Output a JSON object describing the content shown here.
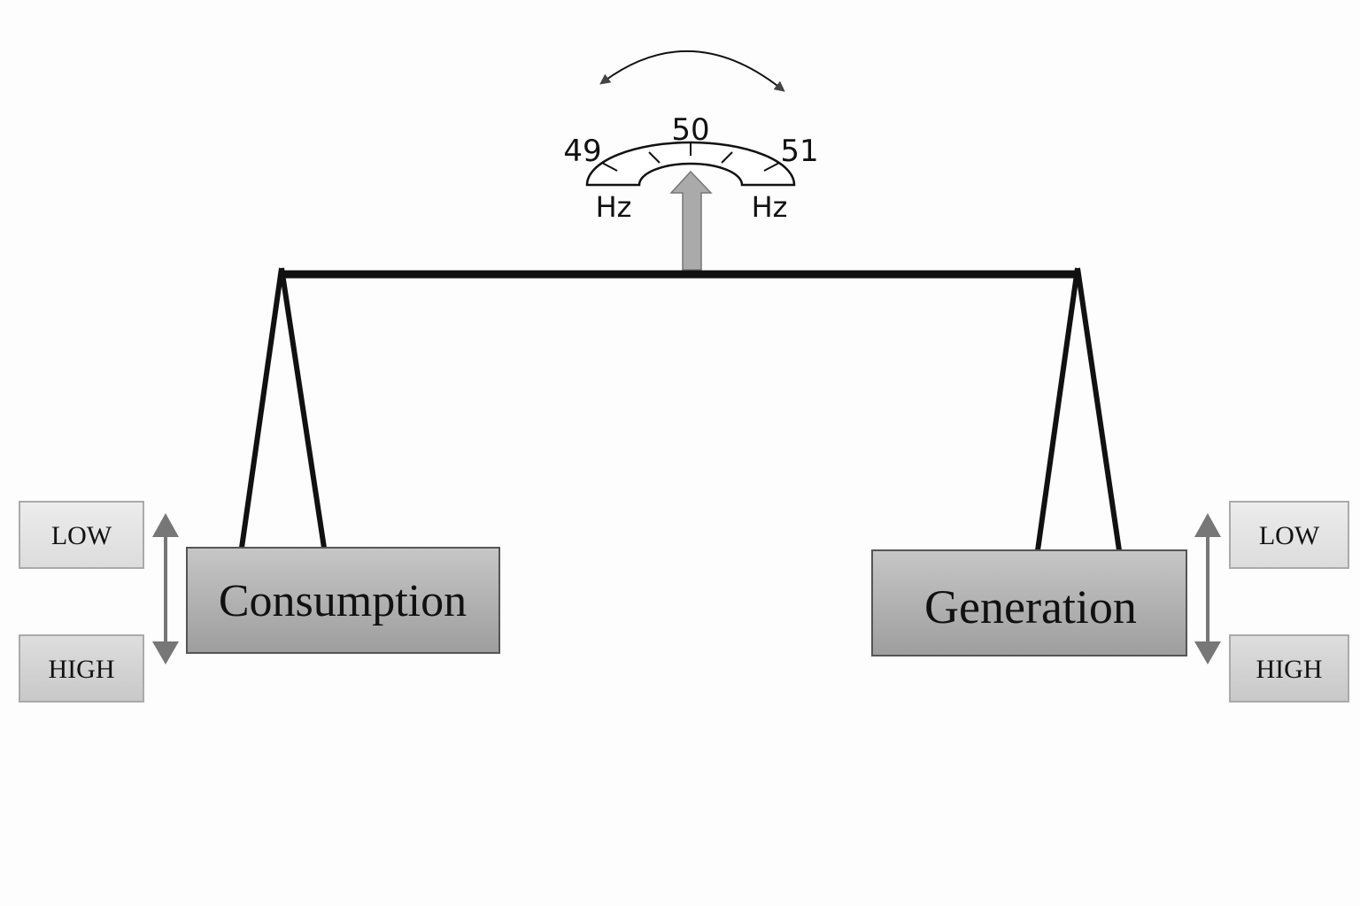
{
  "gauge": {
    "label_low": "49",
    "label_mid": "50",
    "label_high": "51",
    "unit_left": "Hz",
    "unit_right": "Hz"
  },
  "left": {
    "block_label": "Consumption",
    "low_label": "LOW",
    "high_label": "HIGH"
  },
  "right": {
    "block_label": "Generation",
    "low_label": "LOW",
    "high_label": "HIGH"
  },
  "colors": {
    "beam": "#111111",
    "block_top": "#c6c6c6",
    "block_bottom": "#9e9e9e",
    "arrow": "#777777"
  }
}
